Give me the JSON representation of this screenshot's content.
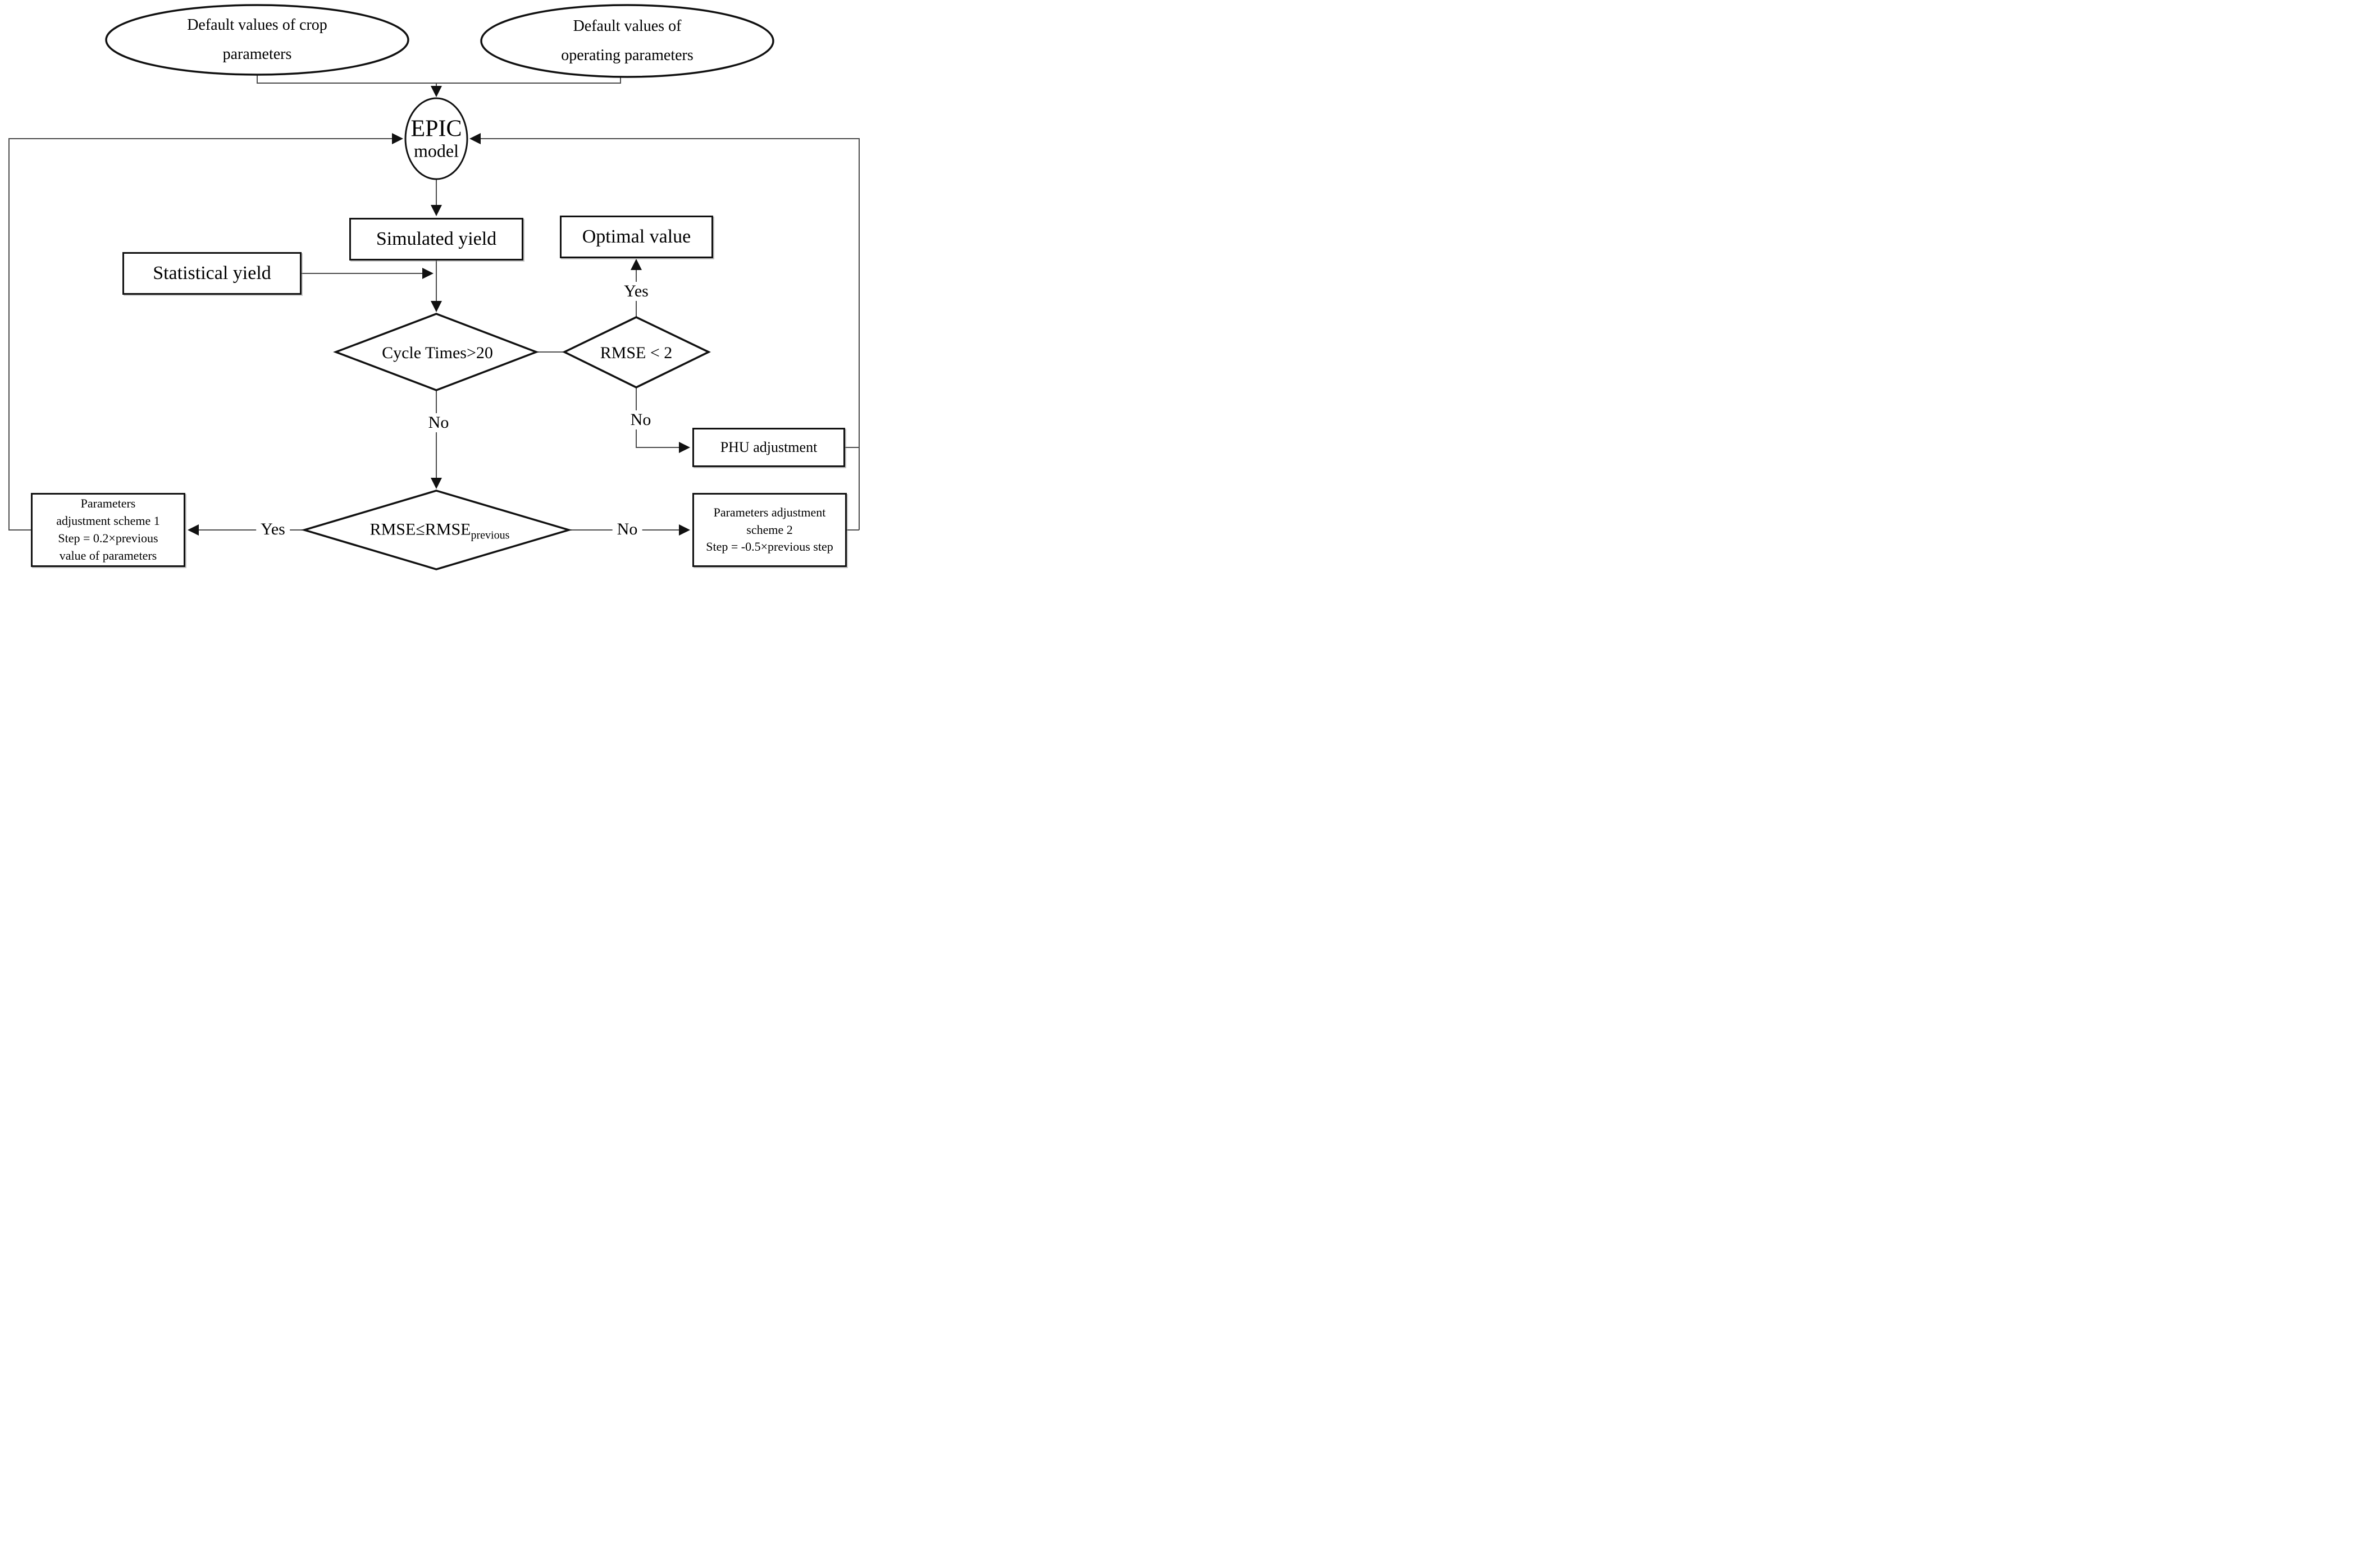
{
  "title": "EPIC model yield calibration flowchart",
  "colors": {
    "shape_border": "#111111",
    "connector": "#4d4d4d",
    "background": "#ffffff",
    "text": "#000000"
  },
  "nodes": {
    "crop_defaults": {
      "line1": "Default values of crop",
      "line2": "parameters"
    },
    "operating_defaults": {
      "line1": "Default values of",
      "line2": "operating parameters"
    },
    "epic": {
      "line1": "EPIC",
      "line2": "model"
    },
    "simulated_yield": {
      "label": "Simulated yield"
    },
    "statistical_yield": {
      "label": "Statistical yield"
    },
    "optimal_value": {
      "label": "Optimal value"
    },
    "cycle_times": {
      "label": "Cycle Times>20"
    },
    "rmse_lt2": {
      "label": "RMSE < 2"
    },
    "phu_adjustment": {
      "label": "PHU adjustment"
    },
    "rmse_prev": {
      "base": "RMSE≤RMSE",
      "sub": "previous"
    },
    "scheme1": {
      "lines": [
        "Parameters",
        "adjustment scheme 1",
        "Step = 0.2×previous",
        "value of parameters"
      ]
    },
    "scheme2": {
      "lines": [
        "Parameters adjustment",
        "scheme 2",
        "Step = -0.5×previous step"
      ]
    }
  },
  "edge_labels": {
    "yes_to_optimal": "Yes",
    "no_below_cycle": "No",
    "no_to_phu": "No",
    "yes_to_scheme1": "Yes",
    "no_to_scheme2": "No"
  }
}
